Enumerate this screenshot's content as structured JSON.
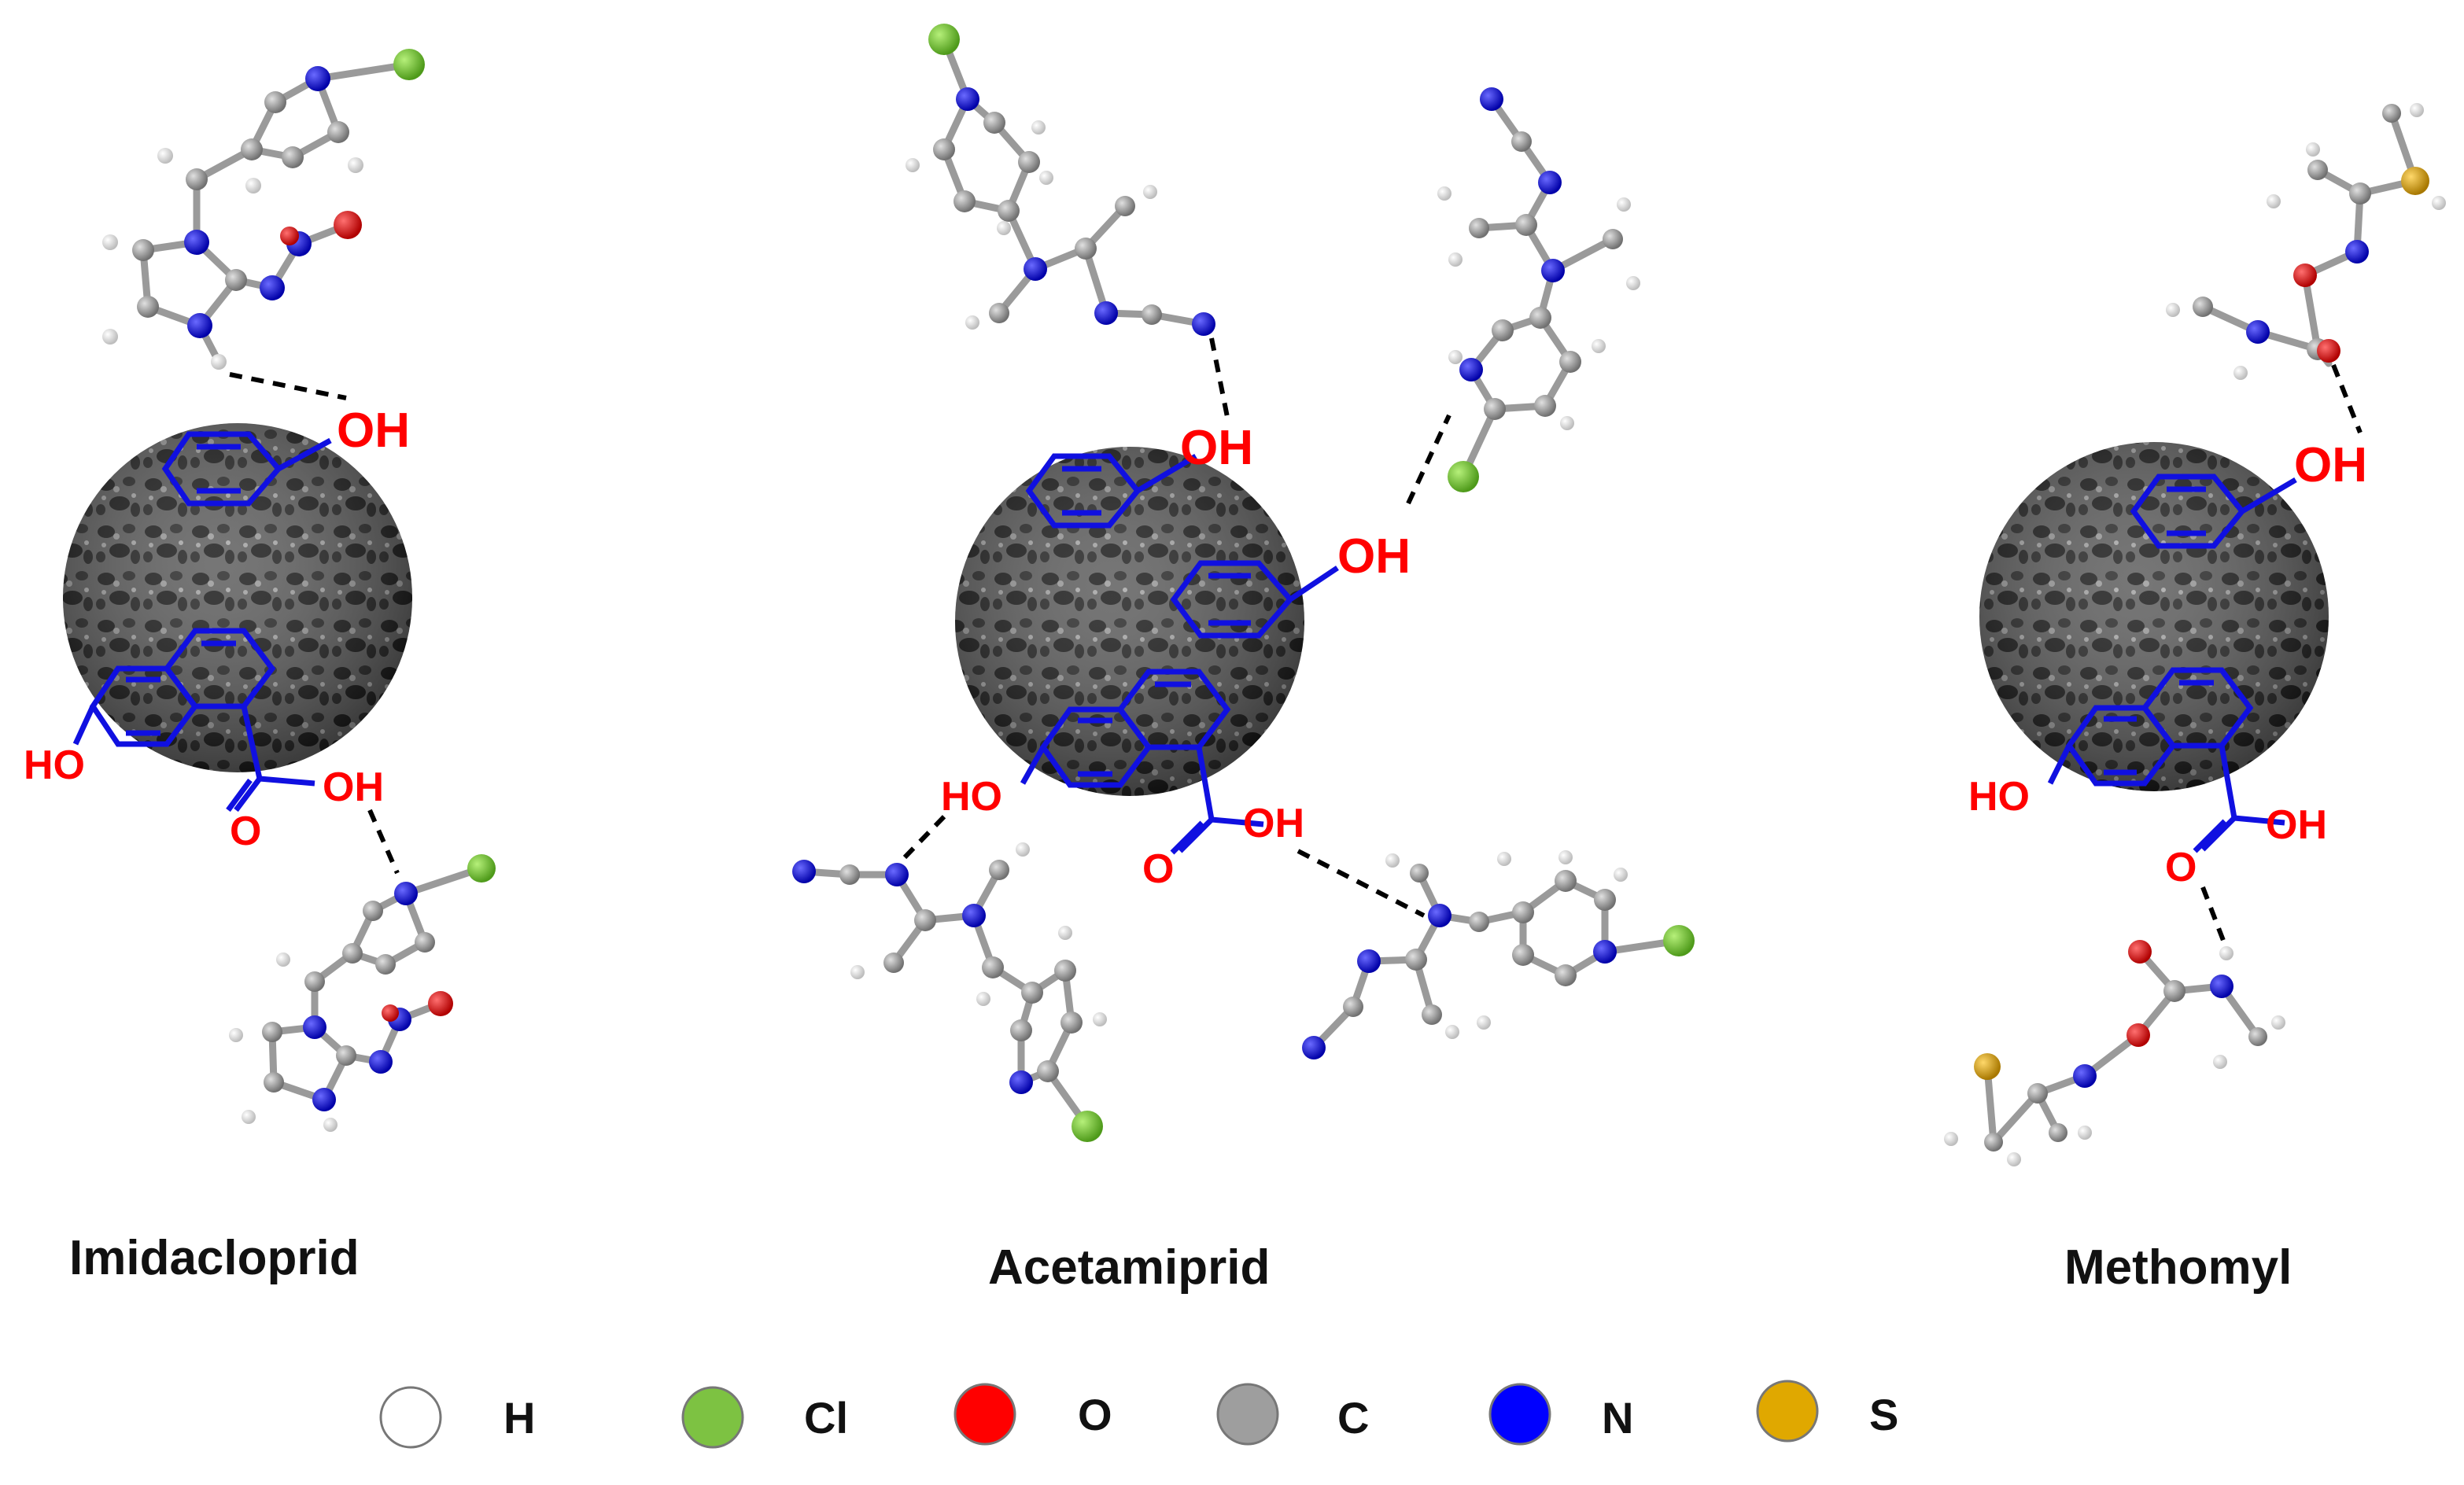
{
  "compounds": [
    {
      "name": "Imidacloprid"
    },
    {
      "name": "Acetamiprid"
    },
    {
      "name": "Methomyl"
    }
  ],
  "group_labels": {
    "oh": "OH",
    "ho": "HO",
    "o": "O"
  },
  "legend": [
    {
      "symbol": "H",
      "color": "#ffffff"
    },
    {
      "symbol": "Cl",
      "color": "#7dc242"
    },
    {
      "symbol": "O",
      "color": "#ff0000"
    },
    {
      "symbol": "C",
      "color": "#9e9e9e"
    },
    {
      "symbol": "N",
      "color": "#0000ff"
    },
    {
      "symbol": "S",
      "color": "#e0a800"
    }
  ]
}
